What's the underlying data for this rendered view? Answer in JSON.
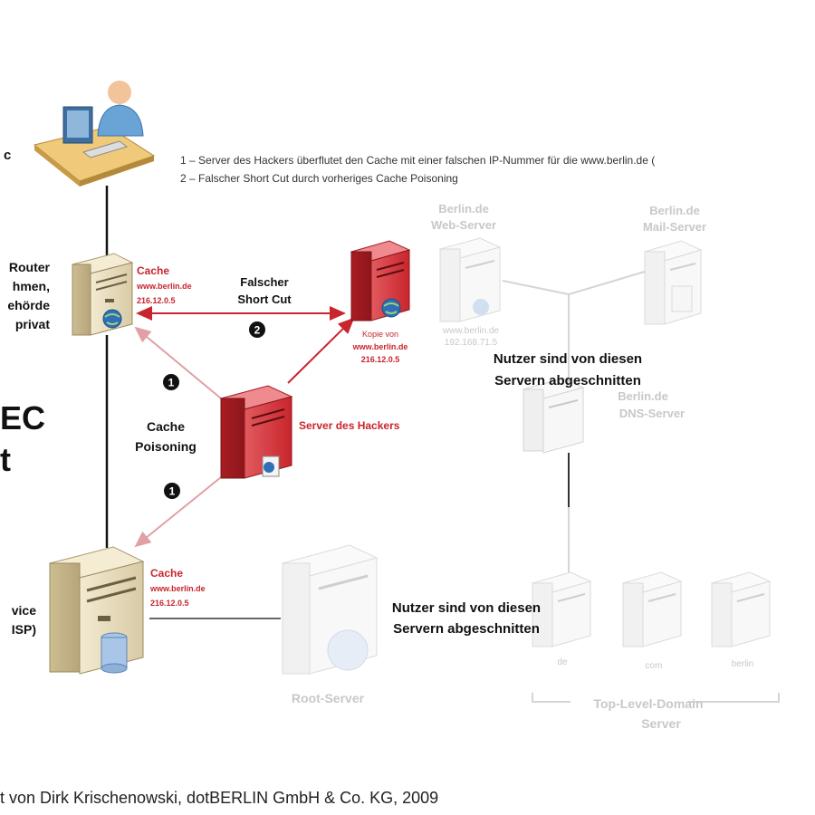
{
  "legend": {
    "item1": "1 – Server des Hackers überflutet den Cache mit einer falschen IP-Nummer für die www.berlin.de (",
    "item2": "2 – Falscher Short Cut durch vorheriges Cache Poisoning"
  },
  "left_labels": {
    "user_fragment": "c",
    "router_line1": "Router",
    "router_line2": "hmen,",
    "router_line3": "ehörde",
    "router_line4": "privat",
    "big_line1": "EC",
    "big_line2": "t",
    "isp_line1": "vice",
    "isp_line2": "ISP)"
  },
  "router_cache": {
    "title": "Cache",
    "line1": "www.berlin.de",
    "line2": "216.12.0.5"
  },
  "isp_cache": {
    "title": "Cache",
    "line1": "www.berlin.de",
    "line2": "216.12.0.5"
  },
  "hacker": {
    "label": "Server des Hackers",
    "copy_line1": "Kopie von",
    "copy_line2": "www.berlin.de",
    "copy_line3": "216.12.0.5"
  },
  "short_cut": {
    "line1": "Falscher",
    "line2": "Short Cut",
    "badge": "2"
  },
  "poisoning": {
    "line1": "Cache",
    "line2": "Poisoning",
    "badge_top": "1",
    "badge_bottom": "1"
  },
  "web_server": {
    "line1": "Berlin.de",
    "line2": "Web-Server",
    "ip1": "www.berlin.de",
    "ip2": "192.168.71.5"
  },
  "mail_server": {
    "line1": "Berlin.de",
    "line2": "Mail-Server"
  },
  "dns_server": {
    "line1": "Berlin.de",
    "line2": "DNS-Server"
  },
  "cut_off_upper": {
    "line1": "Nutzer sind von diesen",
    "line2": "Servern abgeschnitten"
  },
  "cut_off_lower": {
    "line1": "Nutzer sind von diesen",
    "line2": "Servern abgeschnitten"
  },
  "root_server": {
    "label": "Root-Server"
  },
  "tld": {
    "de": "de",
    "com": "com",
    "berlin": "berlin",
    "line1": "Top-Level-Domain",
    "line2": "Server"
  },
  "credit": "t von Dirk Krischenowski, dotBERLIN GmbH & Co. KG, 2009",
  "colors": {
    "hacker_red": "#c8252c",
    "arrow_red": "#c8252c",
    "faded": "#dcdcdc",
    "text": "#1a1a1a"
  }
}
